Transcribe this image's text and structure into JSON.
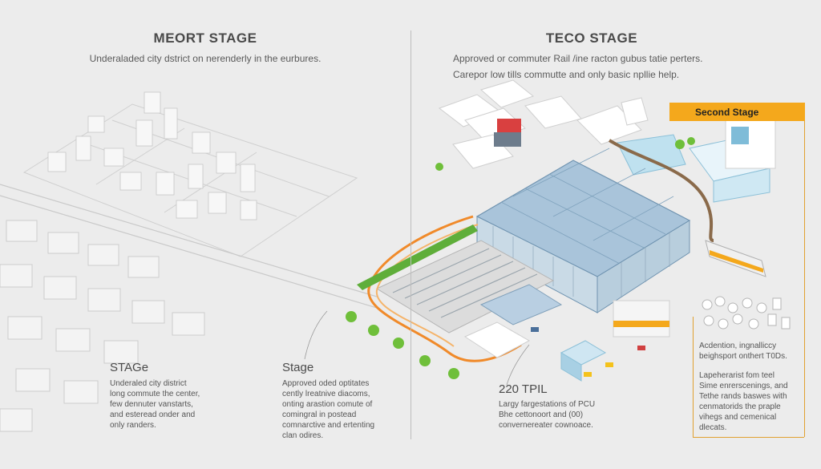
{
  "left": {
    "title": "MEORT STAGE",
    "subtitle": "Underaladed city dstrict on nerenderly in the eurbures.",
    "caption_title": "STAGe",
    "caption": "Underaled city district\nlong commute the center,\nfew dennuter vanstarts,\nand esteread onder and\nonly randers."
  },
  "middle": {
    "caption_title": "Stage",
    "caption": "Approved oded optitates\ncently lreatnive diacoms,\nonting arastion comute of\ncomingral in postead\ncomnarctive and ertenting\nclan odires."
  },
  "right": {
    "title": "TECO STAGE",
    "subtitle_1": "Approved or commuter Rail /ine racton gubus tatie perters.",
    "subtitle_2": "Carepor low tills commutte and only basic npllie help.",
    "badge": "Second Stage",
    "caption_title": "220 TPIL",
    "caption": "Largy fargestations of PCU\nBhe cettonoort and (00)\nconvernereater cownoace.",
    "side_caption_1": "Acdention, ingnalliccy\nbeighsport onthert T0Ds.",
    "side_caption_2": "Lapeherarist fom teel\nSime enrerscenings, and\nTethe rands baswes with\ncenmatorids the praple\nvihegs and cemenical\ndlecats."
  },
  "colors": {
    "background": "#ececec",
    "accent_orange": "#f4a81c",
    "rail_orange": "#f08a2a",
    "glass_blue": "#a9c4da",
    "roof_blue": "#8fb1cc",
    "greenery": "#6fbf3a"
  }
}
